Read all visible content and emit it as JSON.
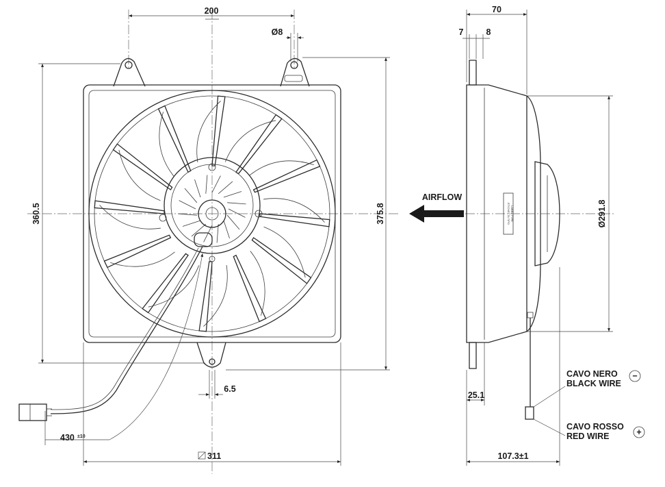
{
  "dimensions": {
    "width_200": "200",
    "hole_diameter": "Ø8",
    "height_360": "360.5",
    "height_375": "375.8",
    "offset_65": "6.5",
    "cable_length": "430",
    "cable_tolerance": "±10",
    "frame_311": "311",
    "depth_70": "70",
    "flange_7": "7",
    "flange_8": "8",
    "diameter_2918": "Ø291.8",
    "depth_251": "25.1",
    "depth_1073": "107.3±1"
  },
  "labels": {
    "airflow": "AIRFLOW",
    "black_wire_it": "CAVO NERO",
    "black_wire_en": "BLACK WIRE",
    "black_symbol": "−",
    "red_wire_it": "CAVO ROSSO",
    "red_wire_en": "RED WIRE",
    "red_symbol": "+",
    "label_tag_1": "ETICHETTA TIPO",
    "label_tag_2": "LABEL TYPE"
  }
}
